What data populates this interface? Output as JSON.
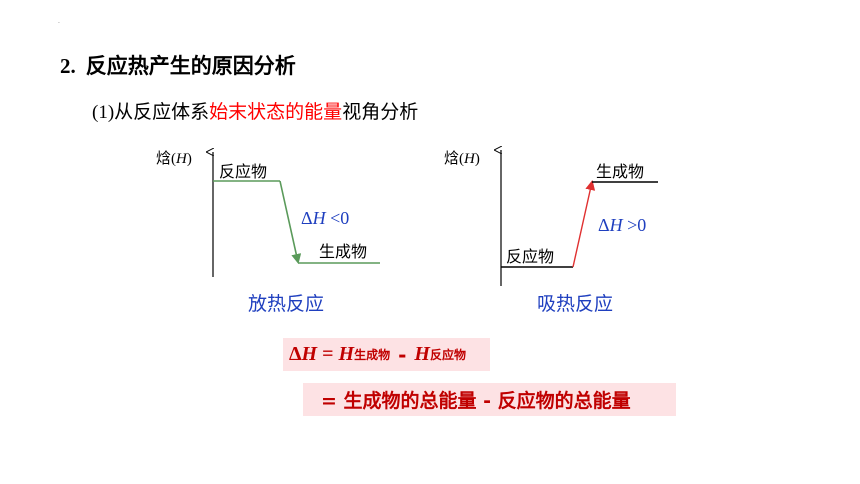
{
  "heading": {
    "number": "2.",
    "text": "反应热产生的原因分析"
  },
  "subheading": {
    "prefix": "(1)",
    "before": "从反应体系",
    "highlight": "始末状态的能量",
    "after": "视角分析"
  },
  "exothermic": {
    "axis_label_char": "焓",
    "axis_label_paren_open": "(",
    "axis_label_var": "H",
    "axis_label_paren_close": ")",
    "reactant_label": "反应物",
    "product_label": "生成物",
    "delta_symbol": "Δ",
    "delta_var": "H",
    "delta_relation": " <0",
    "caption": "放热反应"
  },
  "endothermic": {
    "axis_label_char": "焓",
    "axis_label_paren_open": "(",
    "axis_label_var": "H",
    "axis_label_paren_close": ")",
    "reactant_label": "反应物",
    "product_label": "生成物",
    "delta_symbol": "Δ",
    "delta_var": "H",
    "delta_relation": " >0",
    "caption": "吸热反应"
  },
  "formula1": {
    "delta": "Δ",
    "var": "H",
    "equals": " = ",
    "h1": "H",
    "h1_sub": "生成物",
    "minus": "-",
    "h2": "H",
    "h2_sub": "反应物"
  },
  "formula2": {
    "text": "= 生成物的总能量 - 反应物的总能量"
  },
  "colors": {
    "highlight": "#ff0000",
    "blue_text": "#1f3fbf",
    "exo_line": "#5a9a5a",
    "endo_line": "#e03030",
    "box_bg": "#fde2e4",
    "box_text": "#c00000"
  }
}
